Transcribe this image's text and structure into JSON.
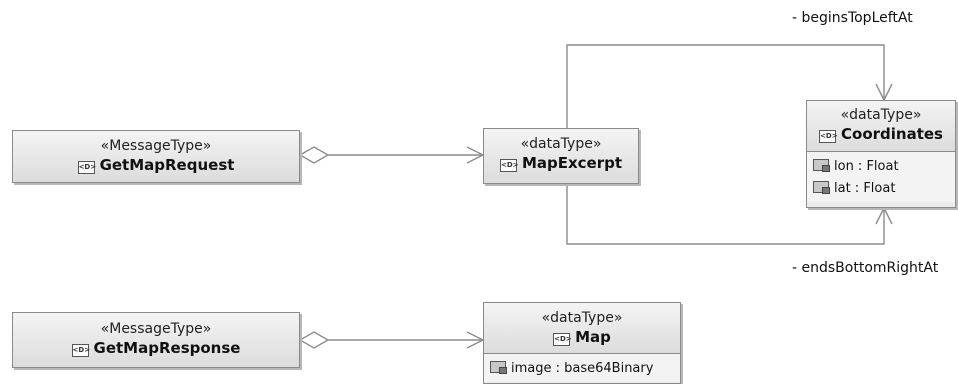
{
  "classes": {
    "get_map_request": {
      "stereotype": "«MessageType»",
      "name": "GetMapRequest",
      "icon": "datatype-icon"
    },
    "map_excerpt": {
      "stereotype": "«dataType»",
      "name": "MapExcerpt",
      "icon": "datatype-icon"
    },
    "coordinates": {
      "stereotype": "«dataType»",
      "name": "Coordinates",
      "icon": "datatype-icon",
      "attributes": [
        {
          "text": "lon : Float"
        },
        {
          "text": "lat : Float"
        }
      ]
    },
    "get_map_response": {
      "stereotype": "«MessageType»",
      "name": "GetMapResponse",
      "icon": "datatype-icon"
    },
    "map": {
      "stereotype": "«dataType»",
      "name": "Map",
      "icon": "datatype-icon",
      "attributes": [
        {
          "text": "image : base64Binary"
        }
      ]
    }
  },
  "roles": {
    "begins_top_left_at": "- beginsTopLeftAt",
    "ends_bottom_right_at": "- endsBottomRightAt"
  },
  "icon_glyph": "<D>",
  "colors": {
    "line": "#8c8c8c",
    "box_fill": "#ececec",
    "box_border": "#8a8a8a"
  }
}
